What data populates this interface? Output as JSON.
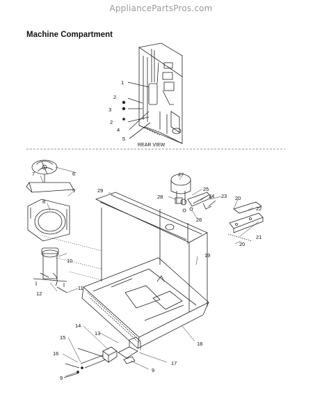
{
  "watermark": "AppliancePartsPros.com",
  "title": "Machine Compartment",
  "rear_caption": "REAR VIEW",
  "callouts": {
    "c1": "1",
    "c2a": "2",
    "c3": "3",
    "c2b": "2",
    "c4": "4",
    "c5": "5",
    "c6": "6",
    "c7": "7",
    "c8": "8",
    "c9a": "9",
    "c9b": "9",
    "c9c": "9",
    "c10": "10",
    "c11": "11",
    "c12": "12",
    "c13": "13",
    "c14": "14",
    "c15": "15",
    "c16": "16",
    "c17": "17",
    "c18": "18",
    "c19": "19",
    "c20a": "20",
    "c20b": "20",
    "c21": "21",
    "c22": "22",
    "c23": "23",
    "c24": "24",
    "c25": "25",
    "c26": "26",
    "c27": "27",
    "c28": "28",
    "c29": "29"
  }
}
